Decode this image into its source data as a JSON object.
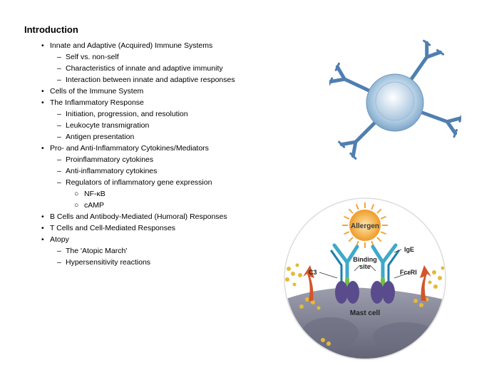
{
  "title": "Introduction",
  "outline": [
    {
      "level": 1,
      "marker": "•",
      "text": "Innate and Adaptive (Acquired) Immune Systems"
    },
    {
      "level": 2,
      "marker": "–",
      "text": "Self vs. non-self"
    },
    {
      "level": 2,
      "marker": "–",
      "text": "Characteristics of innate and adaptive immunity"
    },
    {
      "level": 2,
      "marker": "–",
      "text": "Interaction between innate and adaptive responses"
    },
    {
      "level": 1,
      "marker": "•",
      "text": "Cells of the Immune System"
    },
    {
      "level": 1,
      "marker": "•",
      "text": "The Inflammatory Response"
    },
    {
      "level": 2,
      "marker": "–",
      "text": "Initiation, progression, and resolution"
    },
    {
      "level": 2,
      "marker": "–",
      "text": "Leukocyte transmigration"
    },
    {
      "level": 2,
      "marker": "–",
      "text": "Antigen presentation"
    },
    {
      "level": 1,
      "marker": "•",
      "text": "Pro- and Anti-Inflammatory Cytokines/Mediators"
    },
    {
      "level": 2,
      "marker": "–",
      "text": "Proinflammatory cytokines"
    },
    {
      "level": 2,
      "marker": "–",
      "text": "Anti-inflammatory cytokines"
    },
    {
      "level": 2,
      "marker": "–",
      "text": "Regulators of inflammatory gene expression"
    },
    {
      "level": 3,
      "marker": "○",
      "text": "NF-κB"
    },
    {
      "level": 3,
      "marker": "○",
      "text": "cAMP"
    },
    {
      "level": 1,
      "marker": "•",
      "text": "B Cells and Antibody-Mediated (Humoral) Responses"
    },
    {
      "level": 1,
      "marker": "•",
      "text": "T Cells and Cell-Mediated Responses"
    },
    {
      "level": 1,
      "marker": "•",
      "text": "Atopy"
    },
    {
      "level": 2,
      "marker": "–",
      "text": "The 'Atopic March'"
    },
    {
      "level": 2,
      "marker": "–",
      "text": "Hypersensitivity reactions"
    }
  ],
  "figure2_labels": {
    "allergen": "Allergen",
    "ige": "IgE",
    "binding_site_line1": "Binding",
    "binding_site_line2": "site",
    "c3": "C3",
    "fceri": "FcεRI",
    "mast_cell": "Mast cell"
  },
  "colors": {
    "antibody_blue": "#4f7fb0",
    "cell_blue": "#c8dff0",
    "allergen_orange": "#f2a53a",
    "receptor_purple": "#5a4b8c",
    "mast_cell_gray": "#7d7f92"
  }
}
